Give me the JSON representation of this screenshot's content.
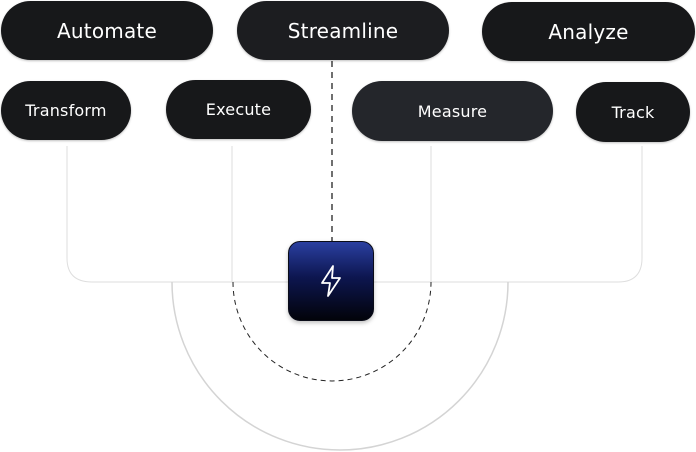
{
  "pills": {
    "automate": "Automate",
    "streamline": "Streamline",
    "analyze": "Analyze",
    "transform": "Transform",
    "execute": "Execute",
    "measure": "Measure",
    "track": "Track"
  },
  "hub": {
    "icon": "lightning-bolt-icon"
  },
  "colors": {
    "pill_background": "#17181a",
    "pill_text": "#ffffff",
    "hub_gradient_top": "#2a3fa0",
    "hub_gradient_bottom": "#02030a",
    "connector_line": "#d9d9d9",
    "dashed_line": "#1a1a1a"
  }
}
